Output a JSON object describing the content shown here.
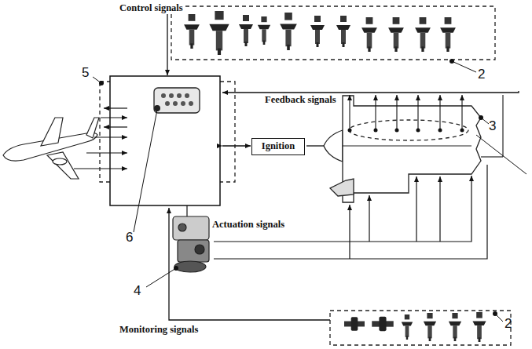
{
  "diagram": {
    "nodes": [
      {
        "text": [
          "Ignition"
        ]
      }
    ],
    "labels": [
      "Control signals",
      "Feedback signals",
      "Actuation signals",
      "Monitoring signals",
      "2",
      "5",
      "3",
      "6",
      "4",
      "2"
    ]
  }
}
